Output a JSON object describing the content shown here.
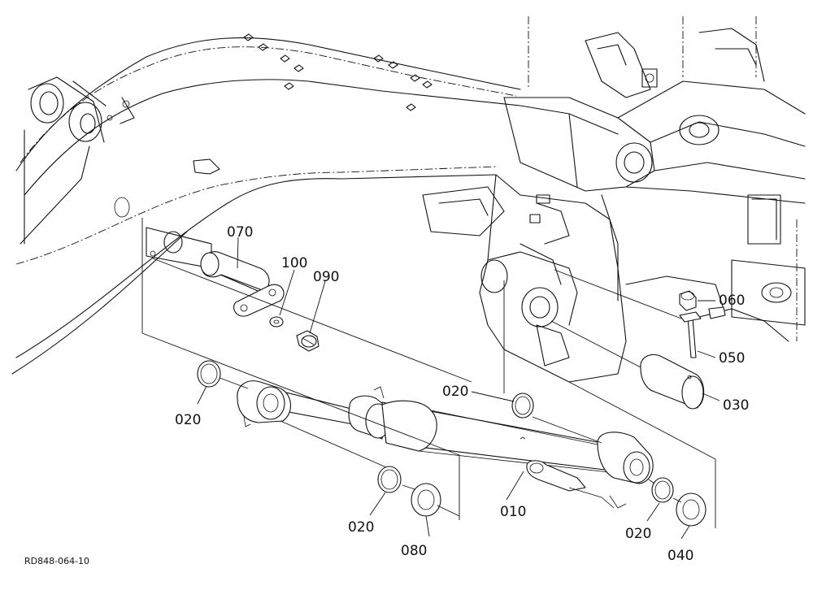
{
  "diagram": {
    "reference": "RD848-064-10",
    "labels": {
      "p010": "010",
      "p020a": "020",
      "p020b": "020",
      "p020c": "020",
      "p020d": "020",
      "p030": "030",
      "p040": "040",
      "p050": "050",
      "p060": "060",
      "p070": "070",
      "p080": "080",
      "p090": "090",
      "p100": "100"
    }
  }
}
